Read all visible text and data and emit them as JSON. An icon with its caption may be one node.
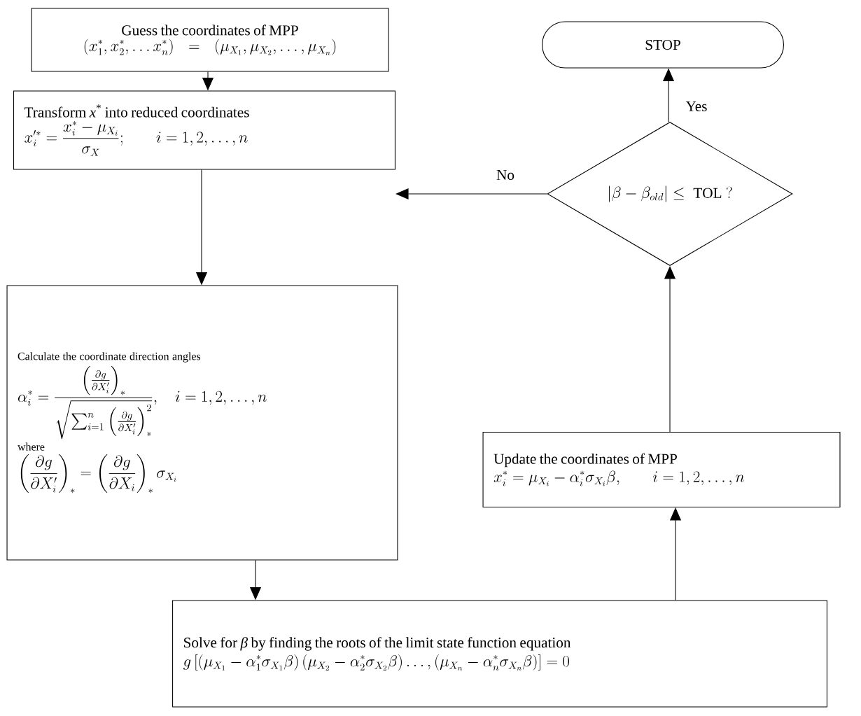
{
  "diagram": {
    "nodes": [
      {
        "text": [
          "Guess the coordinates of MPP",
          "(x_1^{*}, x_2^{*}, \\ldots x_n^{*}) = (\\mu_{X_1}, \\mu_{X_2}, \\ldots, \\mu_{X_n})"
        ]
      },
      {
        "text": [
          "Transform *x*$^{*}$ into reduced coordinates",
          "x_i'^{*} = \\frac{x_i^{*} - \\mu_{X_i}}{\\sigma_X}; \\qquad i = 1,2,\\ldots,n"
        ]
      },
      {
        "text": [
          "Calculate the coordinate direction angles",
          "\\alpha_i^{*} = \\frac{\\left(\\frac{\\partial g}{\\partial X_i'}\\right)_{*}}{\\sqrt{\\sum_{i=1}^{n}\\left(\\frac{\\partial g}{\\partial X_i'}\\right)_{*}^{2}}}, \\quad i=1,2,\\ldots,n",
          "where",
          "\\left(\\frac{\\partial g}{\\partial X_i'}\\right)_{*} = \\left(\\frac{\\partial g}{\\partial X_i}\\right)_{*} \\sigma_{X_i}"
        ]
      },
      {
        "text": [
          "Solve for *β* by finding the roots of the limit state function equation",
          "g\\left[\\left(\\mu_{X_1} - \\alpha_1^{*}\\sigma_{X_1}\\beta\\right)\\left(\\mu_{X_2} - \\alpha_2^{*}\\sigma_{X_2}\\beta\\right)\\ldots,\\left(\\mu_{X_n} - \\alpha_n^{*}\\sigma_{X_n}\\beta\\right)\\right] = 0"
        ]
      },
      {
        "text": [
          "Update the coordinates of MPP",
          "x_i^{*} = \\mu_{X_i} - \\alpha_i^{*}\\sigma_{X_i}\\beta, \\qquad i = 1,2,\\ldots,n"
        ]
      },
      {
        "text": [
          "\\left|\\beta - \\beta_{old}\\right| \\leq \\ \\mathrm{TOL}\\ ?"
        ]
      },
      {
        "text": [
          "STOP"
        ]
      }
    ],
    "edges": [
      {
        "from": 0,
        "to": 1,
        "arrow": "to"
      },
      {
        "from": 1,
        "to": 2,
        "arrow": "to"
      },
      {
        "from": 2,
        "to": 3,
        "arrow": "to"
      },
      {
        "from": 3,
        "to": 4,
        "arrow": "to"
      },
      {
        "from": 4,
        "to": 5,
        "arrow": "to"
      },
      {
        "from": 5,
        "to": 6,
        "arrow": "to",
        "label": "Yes"
      },
      {
        "from": 5,
        "to": 1,
        "arrow": "to",
        "label": "No"
      }
    ]
  }
}
